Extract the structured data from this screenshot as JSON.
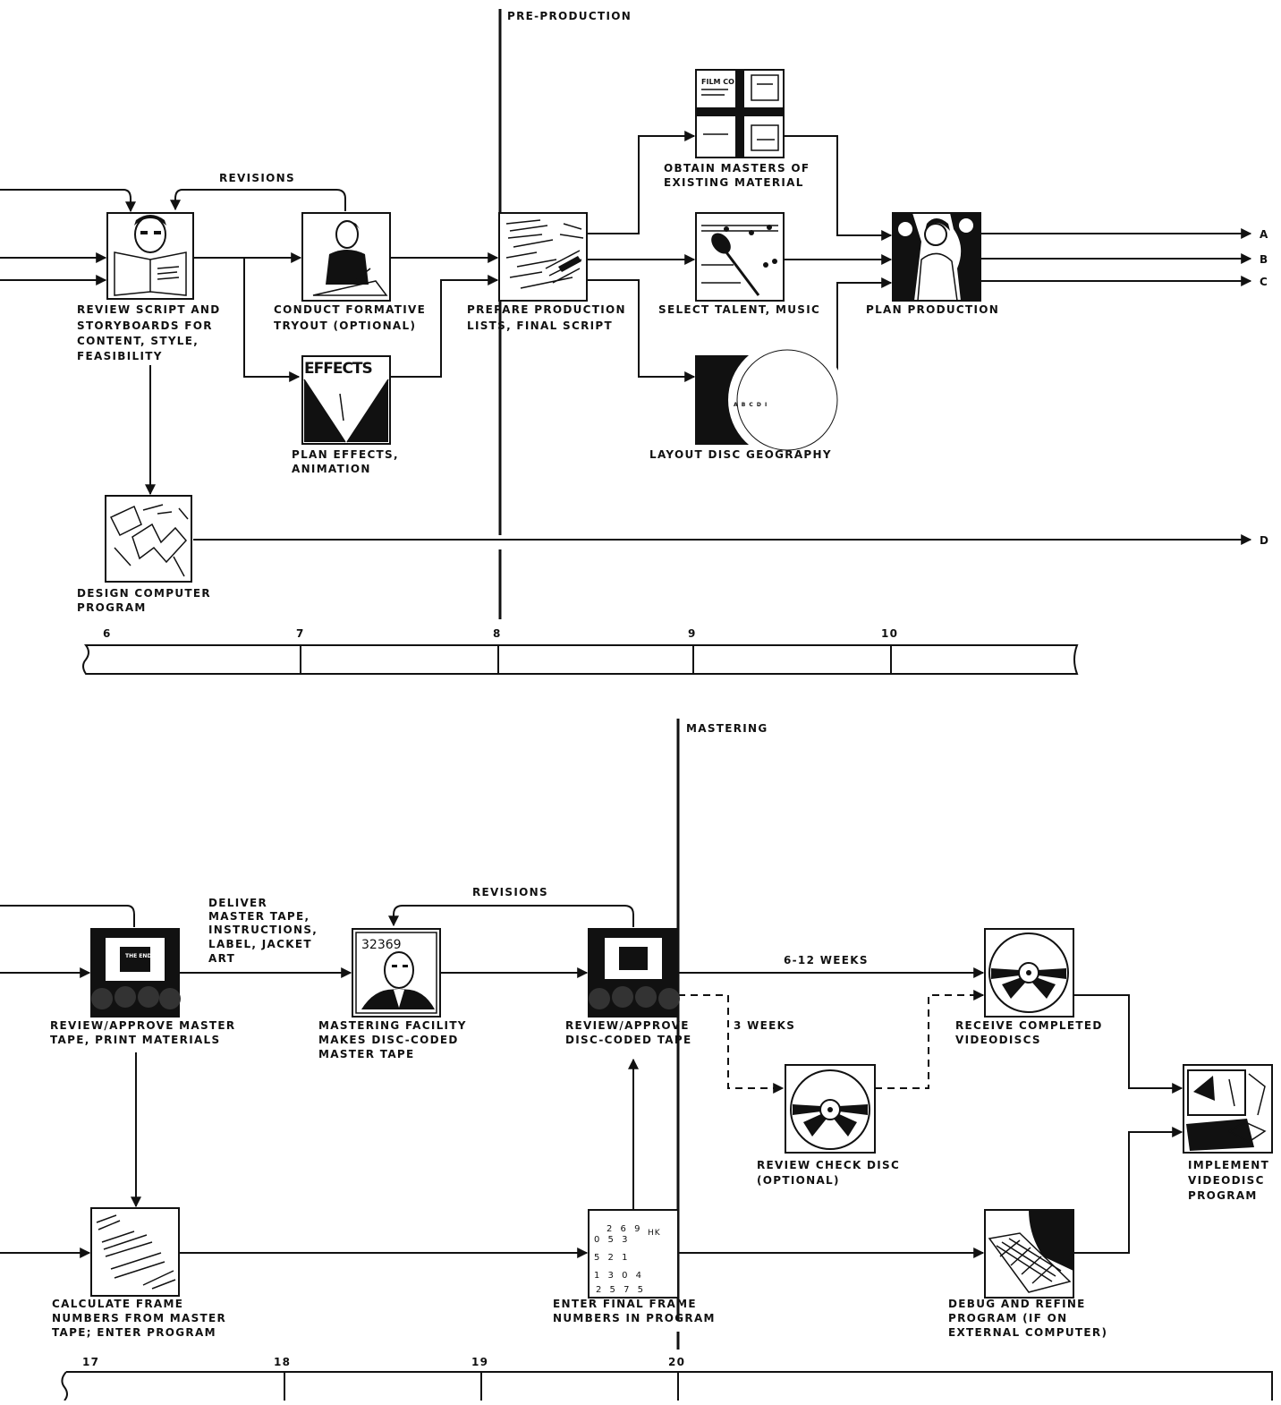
{
  "phases": {
    "preproduction": "PRE-PRODUCTION",
    "mastering": "MASTERING"
  },
  "top": {
    "revisions": "REVISIONS",
    "steps": {
      "review_script": [
        "REVIEW SCRIPT AND",
        "STORYBOARDS FOR",
        "CONTENT, STYLE,",
        "FEASIBILITY"
      ],
      "formative": [
        "CONDUCT FORMATIVE",
        "TRYOUT (OPTIONAL)"
      ],
      "effects": [
        "PLAN EFFECTS,",
        "ANIMATION"
      ],
      "effects_panel_text": "EFFECTS",
      "prepare": [
        "PREPARE PRODUCTION",
        "LISTS, FINAL SCRIPT"
      ],
      "masters": [
        "OBTAIN MASTERS OF",
        "EXISTING MATERIAL"
      ],
      "masters_panel_text": "FILM CO",
      "talent": [
        "SELECT TALENT, MUSIC"
      ],
      "layout": [
        "LAYOUT DISC GEOGRAPHY"
      ],
      "layout_panel_text": "A B C D I",
      "plan": [
        "PLAN PRODUCTION"
      ],
      "design": [
        "DESIGN COMPUTER",
        "PROGRAM"
      ]
    },
    "outputs": [
      "A",
      "B",
      "C",
      "D"
    ],
    "timeline": [
      "6",
      "7",
      "8",
      "9",
      "10"
    ]
  },
  "bottom": {
    "revisions": "REVISIONS",
    "deliver": [
      "DELIVER",
      "MASTER TAPE,",
      "INSTRUCTIONS,",
      "LABEL, JACKET",
      "ART"
    ],
    "weeks_long": "6-12 WEEKS",
    "weeks_short": "3 WEEKS",
    "steps": {
      "approve_master": [
        "REVIEW/APPROVE MASTER",
        "TAPE, PRINT MATERIALS"
      ],
      "approve_master_screen": "THE END",
      "mastering_facility": [
        "MASTERING FACILITY",
        "MAKES DISC-CODED",
        "MASTER TAPE"
      ],
      "mastering_panel_number": "32369",
      "approve_disc": [
        "REVIEW/APPROVE",
        "DISC-CODED TAPE"
      ],
      "receive": [
        "RECEIVE COMPLETED",
        "VIDEODISCS"
      ],
      "check_disc": [
        "REVIEW CHECK DISC",
        "(OPTIONAL)"
      ],
      "implement": [
        "IMPLEMENT",
        "VIDEODISC",
        "PROGRAM"
      ],
      "calculate": [
        "CALCULATE FRAME",
        "NUMBERS FROM MASTER",
        "TAPE; ENTER PROGRAM"
      ],
      "enter": [
        "ENTER FINAL FRAME",
        "NUMBERS IN PROGRAM"
      ],
      "debug": [
        "DEBUG AND REFINE",
        "PROGRAM (IF ON",
        "EXTERNAL COMPUTER)"
      ]
    },
    "timeline": [
      "17",
      "18",
      "19",
      "20"
    ]
  }
}
